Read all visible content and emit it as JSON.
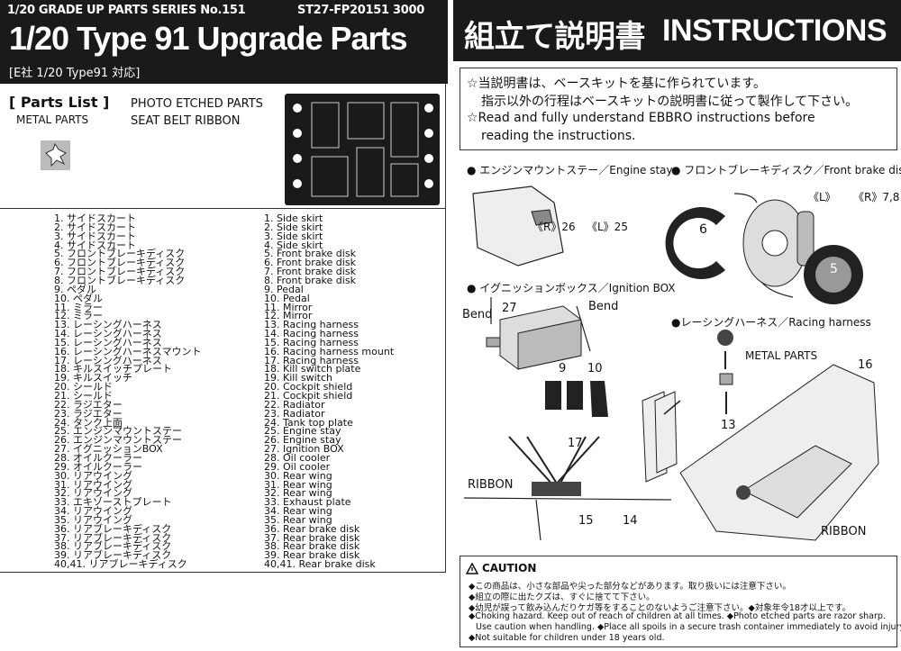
{
  "left": {
    "series": "1/20 GRADE UP PARTS SERIES No.151",
    "code": "ST27-FP20151 3000",
    "title": "1/20 Type 91 Upgrade Parts",
    "subtitle": "[E社 1/20 Type91  対応]",
    "parts_list_title": "[ Parts List ]",
    "metal_parts": "METAL PARTS",
    "photo_etched": "PHOTO ETCHED PARTS",
    "seat_belt": "SEAT BELT RIBBON"
  },
  "parts_jp": [
    "1. サイドスカート",
    "2. サイドスカート",
    "3. サイドスカート",
    "4. サイドスカート",
    "5. フロントブレーキディスク",
    "6. フロントブレーキディスク",
    "7. フロントブレーキディスク",
    "8. フロントブレーキディスク",
    "9. ペダル",
    "10. ペダル",
    "11. ミラー",
    "12. ミラー",
    "13. レーシングハーネス",
    "14. レーシングハーネス",
    "15. レーシングハーネス",
    "16. レーシングハーネスマウント",
    "17. レーシングハーネス",
    "18. キルスイッチプレート",
    "19. キルスイッチ",
    "20. シールド",
    "21. シールド",
    "22. ラジエター",
    "23. ラジエター",
    "24. タンク上面",
    "25. エンジンマウントステー",
    "26. エンジンマウントステー",
    "27. イグニッションBOX",
    "28. オイルクーラー",
    "29. オイルクーラー",
    "30. リアウイング",
    "31. リアウイング",
    "32. リアウイング",
    "33. エキゾーストプレート",
    "34. リアウイング",
    "35. リアウイング",
    "36. リアブレーキディスク",
    "37. リアブレーキディスク",
    "38. リアブレーキディスク",
    "39. リアブレーキディスク",
    "40,41. リアブレーキディスク"
  ],
  "parts_en": [
    "1. Side skirt",
    "2. Side skirt",
    "3. Side skirt",
    "4. Side skirt",
    "5. Front brake disk",
    "6. Front brake disk",
    "7. Front brake disk",
    "8. Front brake disk",
    "9. Pedal",
    "10. Pedal",
    "11. Mirror",
    "12. Mirror",
    "13. Racing harness",
    "14. Racing harness",
    "15. Racing harness",
    "16. Racing harness mount",
    "17. Racing harness",
    "18. Kill switch plate",
    "19. Kill switch",
    "20. Cockpit shield",
    "21. Cockpit shield",
    "22. Radiator",
    "23. Radiator",
    "24. Tank top plate",
    "25. Engine stay",
    "26. Engine stay",
    "27. Ignition BOX",
    "28. Oil cooler",
    "29. Oil cooler",
    "30. Rear wing",
    "31. Rear wing",
    "32. Rear wing",
    "33. Exhaust plate",
    "34. Rear wing",
    "35. Rear wing",
    "36. Rear brake disk",
    "37. Rear brake disk",
    "38. Rear brake disk",
    "39. Rear brake disk",
    "40,41. Rear brake disk"
  ],
  "right": {
    "title_jp": "組立て説明書",
    "title_en": "INSTRUCTIONS",
    "notice1": "☆当説明書は、ベースキットを基に作られています。",
    "notice2": "指示以外の行程はベースキットの説明書に従って製作して下さい。",
    "notice3": "☆Read and fully understand EBBRO instructions before",
    "notice4": "reading the instructions.",
    "step_engine": "● エンジンマウントステー／Engine stay",
    "step_brake": "● フロントブレーキディスク／Front brake disk",
    "step_ignition": "● イグニッションボックス／Ignition BOX",
    "step_harness": "●レーシングハーネス／Racing harness",
    "lbl_r26": "《R》26",
    "lbl_l25": "《L》25",
    "lbl_L": "《L》",
    "lbl_r78": "《R》7,8",
    "lbl_6": "6",
    "lbl_5": "5",
    "lbl_bend1": "Bend",
    "lbl_27": "27",
    "lbl_bend2": "Bend",
    "lbl_9": "9",
    "lbl_10": "10",
    "lbl_metal": "METAL PARTS",
    "lbl_16": "16",
    "lbl_13": "13",
    "lbl_17": "17",
    "lbl_ribbon1": "RIBBON",
    "lbl_15": "15",
    "lbl_14": "14",
    "lbl_ribbon2": "RIBBON"
  },
  "caution": {
    "title": "CAUTION",
    "lines": [
      "◆この商品は、小さな部品や尖った部分などがあります。取り扱いには注意下さい。",
      "◆組立の際に出たクズは、すぐに捨てて下さい。",
      "◆幼児が誤って飲み込んだりケガ等をすることのないようご注意下さい。◆対象年令18才以上です。",
      "◆Choking hazard. Keep out of reach of children at all times. ◆Photo etched parts are razor sharp.",
      "Use caution when handling. ◆Place all spoils in a secure trash container immediately to avoid injury.",
      "◆Not suitable for children under 18 years old."
    ]
  }
}
